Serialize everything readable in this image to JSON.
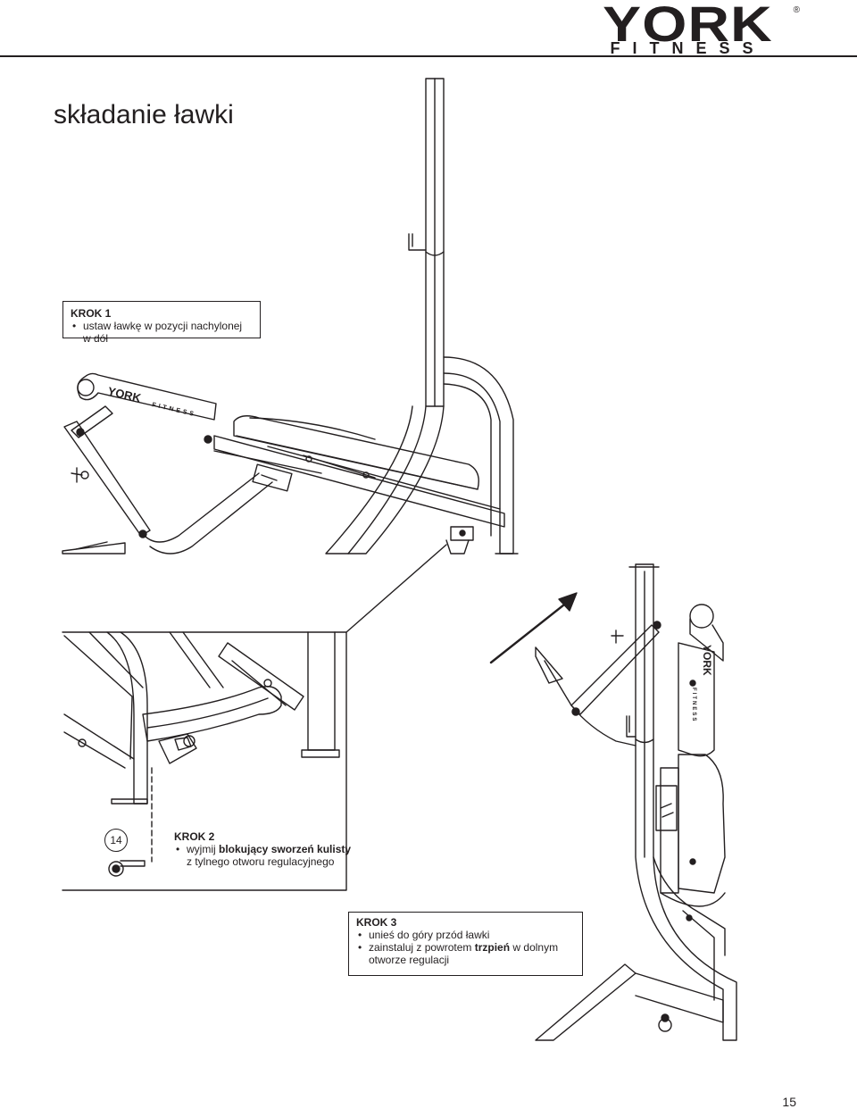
{
  "brand": {
    "name": "YORK",
    "subname": "FITNESS",
    "registered": "®"
  },
  "page": {
    "title": "składanie ławki",
    "number": "15"
  },
  "step1": {
    "label": "KROK 1",
    "items": [
      "ustaw ławkę w pozycji nachylonej w dół"
    ]
  },
  "step2": {
    "label": "KROK 2",
    "callout": "14",
    "line1_prefix": "wyjmij ",
    "line1_bold": "blokujący sworzeń kulisty",
    "line2": "z tylnego otworu regulacyjnego"
  },
  "step3": {
    "label": "KROK 3",
    "item1": "unieś do góry przód ławki",
    "item2_prefix": "zainstaluj z powrotem ",
    "item2_bold": "trzpień",
    "item2_suffix": " w dolnym",
    "item2_cont": "otworze regulacji"
  },
  "illustrations": {
    "bench_logo_top": "YORK",
    "bench_logo_bottom": "FITNESS"
  }
}
